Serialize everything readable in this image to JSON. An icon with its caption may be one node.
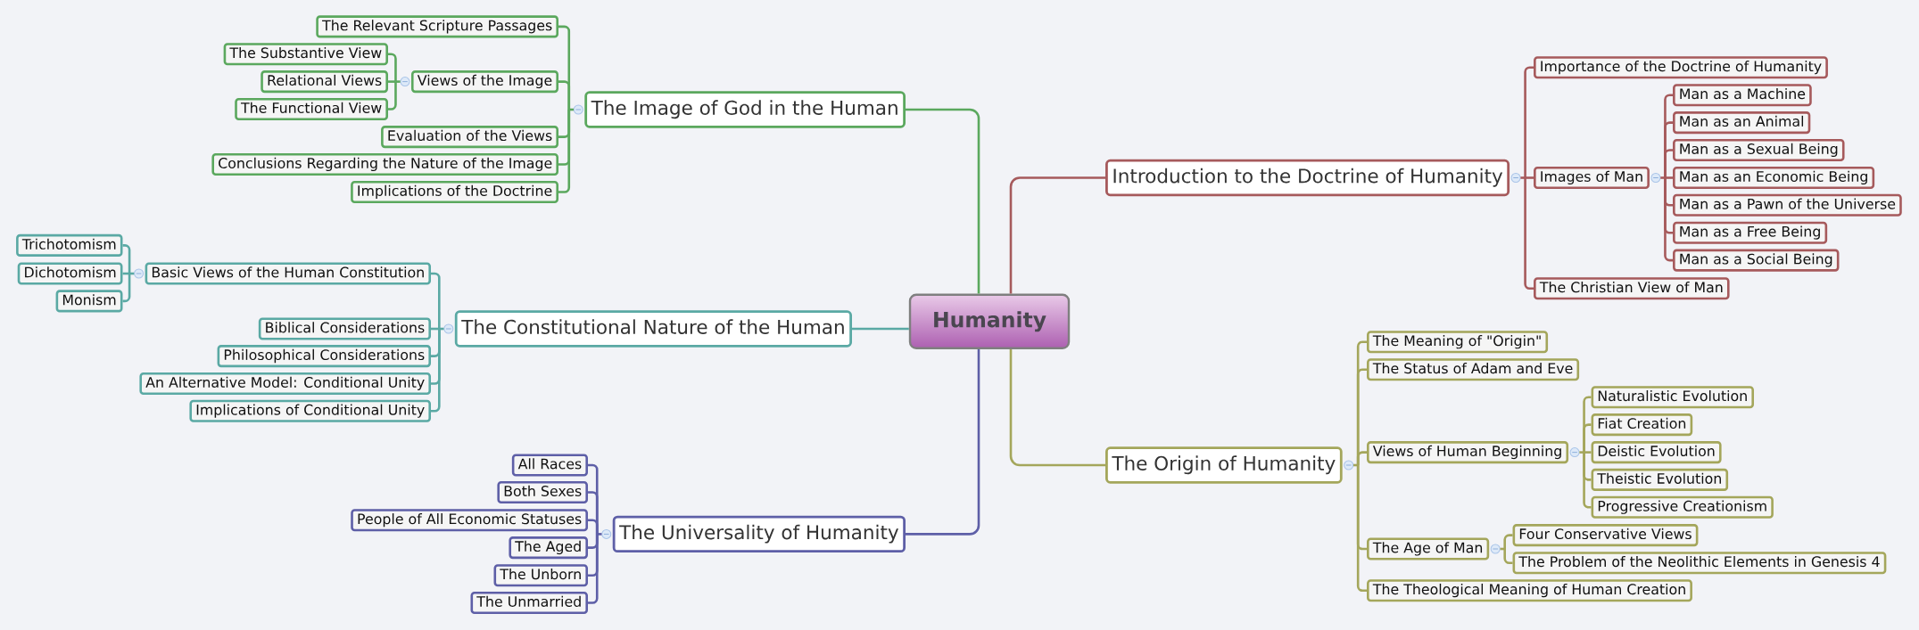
{
  "diagram": {
    "nodes": [
      {
        "text": [
          "Humanity"
        ]
      },
      {
        "text": [
          "The Image of God in the Human"
        ]
      },
      {
        "text": [
          "The Relevant Scripture Passages"
        ]
      },
      {
        "text": [
          "Views of the Image"
        ]
      },
      {
        "text": [
          "The Substantive View"
        ]
      },
      {
        "text": [
          "Relational Views"
        ]
      },
      {
        "text": [
          "The Functional View"
        ]
      },
      {
        "text": [
          "Evaluation of the Views"
        ]
      },
      {
        "text": [
          "Conclusions Regarding the Nature of the Image"
        ]
      },
      {
        "text": [
          "Implications of the Doctrine"
        ]
      },
      {
        "text": [
          "The Constitutional Nature of the Human"
        ]
      },
      {
        "text": [
          "Basic Views of the Human Constitution"
        ]
      },
      {
        "text": [
          "Trichotomism"
        ]
      },
      {
        "text": [
          "Dichotomism"
        ]
      },
      {
        "text": [
          "Monism"
        ]
      },
      {
        "text": [
          "Biblical Considerations"
        ]
      },
      {
        "text": [
          "Philosophical Considerations"
        ]
      },
      {
        "text": [
          "An Alternative Model: Conditional Unity"
        ]
      },
      {
        "text": [
          "Implications of Conditional Unity"
        ]
      },
      {
        "text": [
          "The Universality of Humanity"
        ]
      },
      {
        "text": [
          "All Races"
        ]
      },
      {
        "text": [
          "Both Sexes"
        ]
      },
      {
        "text": [
          "People of All Economic Statuses"
        ]
      },
      {
        "text": [
          "The Aged"
        ]
      },
      {
        "text": [
          "The Unborn"
        ]
      },
      {
        "text": [
          "The Unmarried"
        ]
      },
      {
        "text": [
          "Introduction to the Doctrine of Humanity"
        ]
      },
      {
        "text": [
          "Importance of the Doctrine of Humanity"
        ]
      },
      {
        "text": [
          "Images of Man"
        ]
      },
      {
        "text": [
          "Man as a Machine"
        ]
      },
      {
        "text": [
          "Man as an Animal"
        ]
      },
      {
        "text": [
          "Man as a Sexual Being"
        ]
      },
      {
        "text": [
          "Man as an Economic Being"
        ]
      },
      {
        "text": [
          "Man as a Pawn of the Universe"
        ]
      },
      {
        "text": [
          "Man as a Free Being"
        ]
      },
      {
        "text": [
          "Man as a Social Being"
        ]
      },
      {
        "text": [
          "The Christian View of Man"
        ]
      },
      {
        "text": [
          "The Origin of Humanity"
        ]
      },
      {
        "text": [
          "The Meaning of \"Origin\""
        ]
      },
      {
        "text": [
          "The Status of Adam and Eve"
        ]
      },
      {
        "text": [
          "Views of Human Beginning"
        ]
      },
      {
        "text": [
          "Naturalistic Evolution"
        ]
      },
      {
        "text": [
          "Fiat Creation"
        ]
      },
      {
        "text": [
          "Deistic Evolution"
        ]
      },
      {
        "text": [
          "Theistic Evolution"
        ]
      },
      {
        "text": [
          "Progressive Creationism"
        ]
      },
      {
        "text": [
          "The Age of Man"
        ]
      },
      {
        "text": [
          "Four Conservative Views"
        ]
      },
      {
        "text": [
          "The Problem of the Neolithic Elements in Genesis 4"
        ]
      },
      {
        "text": [
          "The Theological Meaning of Human Creation"
        ]
      }
    ],
    "edges": [
      {
        "from": 0,
        "to": 1,
        "arrow": "none",
        "color": "#5ba85e"
      },
      {
        "from": 1,
        "to": 2,
        "arrow": "none",
        "color": "#5ba85e"
      },
      {
        "from": 1,
        "to": 3,
        "arrow": "none",
        "color": "#5ba85e"
      },
      {
        "from": 3,
        "to": 4,
        "arrow": "none",
        "color": "#5ba85e"
      },
      {
        "from": 3,
        "to": 5,
        "arrow": "none",
        "color": "#5ba85e"
      },
      {
        "from": 3,
        "to": 6,
        "arrow": "none",
        "color": "#5ba85e"
      },
      {
        "from": 1,
        "to": 7,
        "arrow": "none",
        "color": "#5ba85e"
      },
      {
        "from": 1,
        "to": 8,
        "arrow": "none",
        "color": "#5ba85e"
      },
      {
        "from": 1,
        "to": 9,
        "arrow": "none",
        "color": "#5ba85e"
      },
      {
        "from": 0,
        "to": 10,
        "arrow": "none",
        "color": "#5aa9a4"
      },
      {
        "from": 10,
        "to": 11,
        "arrow": "none",
        "color": "#5aa9a4"
      },
      {
        "from": 11,
        "to": 12,
        "arrow": "none",
        "color": "#5aa9a4"
      },
      {
        "from": 11,
        "to": 13,
        "arrow": "none",
        "color": "#5aa9a4"
      },
      {
        "from": 11,
        "to": 14,
        "arrow": "none",
        "color": "#5aa9a4"
      },
      {
        "from": 10,
        "to": 15,
        "arrow": "none",
        "color": "#5aa9a4"
      },
      {
        "from": 10,
        "to": 16,
        "arrow": "none",
        "color": "#5aa9a4"
      },
      {
        "from": 10,
        "to": 17,
        "arrow": "none",
        "color": "#5aa9a4"
      },
      {
        "from": 10,
        "to": 18,
        "arrow": "none",
        "color": "#5aa9a4"
      },
      {
        "from": 0,
        "to": 19,
        "arrow": "none",
        "color": "#5e5fa7"
      },
      {
        "from": 19,
        "to": 20,
        "arrow": "none",
        "color": "#5e5fa7"
      },
      {
        "from": 19,
        "to": 21,
        "arrow": "none",
        "color": "#5e5fa7"
      },
      {
        "from": 19,
        "to": 22,
        "arrow": "none",
        "color": "#5e5fa7"
      },
      {
        "from": 19,
        "to": 23,
        "arrow": "none",
        "color": "#5e5fa7"
      },
      {
        "from": 19,
        "to": 24,
        "arrow": "none",
        "color": "#5e5fa7"
      },
      {
        "from": 19,
        "to": 25,
        "arrow": "none",
        "color": "#5e5fa7"
      },
      {
        "from": 0,
        "to": 26,
        "arrow": "none",
        "color": "#a65a5c"
      },
      {
        "from": 26,
        "to": 27,
        "arrow": "none",
        "color": "#a65a5c"
      },
      {
        "from": 26,
        "to": 28,
        "arrow": "none",
        "color": "#a65a5c"
      },
      {
        "from": 28,
        "to": 29,
        "arrow": "none",
        "color": "#a65a5c"
      },
      {
        "from": 28,
        "to": 30,
        "arrow": "none",
        "color": "#a65a5c"
      },
      {
        "from": 28,
        "to": 31,
        "arrow": "none",
        "color": "#a65a5c"
      },
      {
        "from": 28,
        "to": 32,
        "arrow": "none",
        "color": "#a65a5c"
      },
      {
        "from": 28,
        "to": 33,
        "arrow": "none",
        "color": "#a65a5c"
      },
      {
        "from": 28,
        "to": 34,
        "arrow": "none",
        "color": "#a65a5c"
      },
      {
        "from": 28,
        "to": 35,
        "arrow": "none",
        "color": "#a65a5c"
      },
      {
        "from": 26,
        "to": 36,
        "arrow": "none",
        "color": "#a65a5c"
      },
      {
        "from": 0,
        "to": 37,
        "arrow": "none",
        "color": "#a4a65b"
      },
      {
        "from": 37,
        "to": 38,
        "arrow": "none",
        "color": "#a4a65b"
      },
      {
        "from": 37,
        "to": 39,
        "arrow": "none",
        "color": "#a4a65b"
      },
      {
        "from": 37,
        "to": 40,
        "arrow": "none",
        "color": "#a4a65b"
      },
      {
        "from": 40,
        "to": 41,
        "arrow": "none",
        "color": "#a4a65b"
      },
      {
        "from": 40,
        "to": 42,
        "arrow": "none",
        "color": "#a4a65b"
      },
      {
        "from": 40,
        "to": 43,
        "arrow": "none",
        "color": "#a4a65b"
      },
      {
        "from": 40,
        "to": 44,
        "arrow": "none",
        "color": "#a4a65b"
      },
      {
        "from": 40,
        "to": 45,
        "arrow": "none",
        "color": "#a4a65b"
      },
      {
        "from": 37,
        "to": 46,
        "arrow": "none",
        "color": "#a4a65b"
      },
      {
        "from": 46,
        "to": 47,
        "arrow": "none",
        "color": "#a4a65b"
      },
      {
        "from": 46,
        "to": 48,
        "arrow": "none",
        "color": "#a4a65b"
      },
      {
        "from": 37,
        "to": 49,
        "arrow": "none",
        "color": "#a4a65b"
      }
    ]
  }
}
